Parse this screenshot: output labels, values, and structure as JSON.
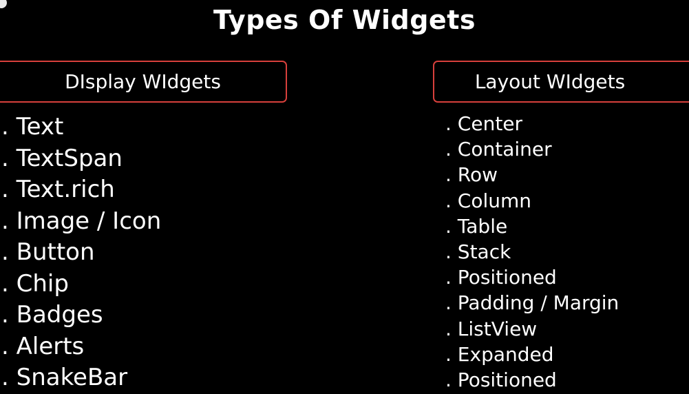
{
  "title": "Types Of Widgets",
  "display_box": {
    "label": "DIsplay WIdgets",
    "items": [
      ". Text",
      ". TextSpan",
      ". Text.rich",
      ". Image / Icon",
      ". Button",
      ". Chip",
      ". Badges",
      ". Alerts",
      ". SnakeBar"
    ]
  },
  "layout_box": {
    "label": "Layout WIdgets",
    "items": [
      ". Center",
      ". Container",
      ". Row",
      ". Column",
      ". Table",
      ". Stack",
      ". Positioned",
      ". Padding / Margin",
      ". ListView",
      ". Expanded",
      ". Positioned"
    ]
  },
  "colors": {
    "background": "#000000",
    "text": "#ffffff",
    "box_border": "#d8403c"
  }
}
